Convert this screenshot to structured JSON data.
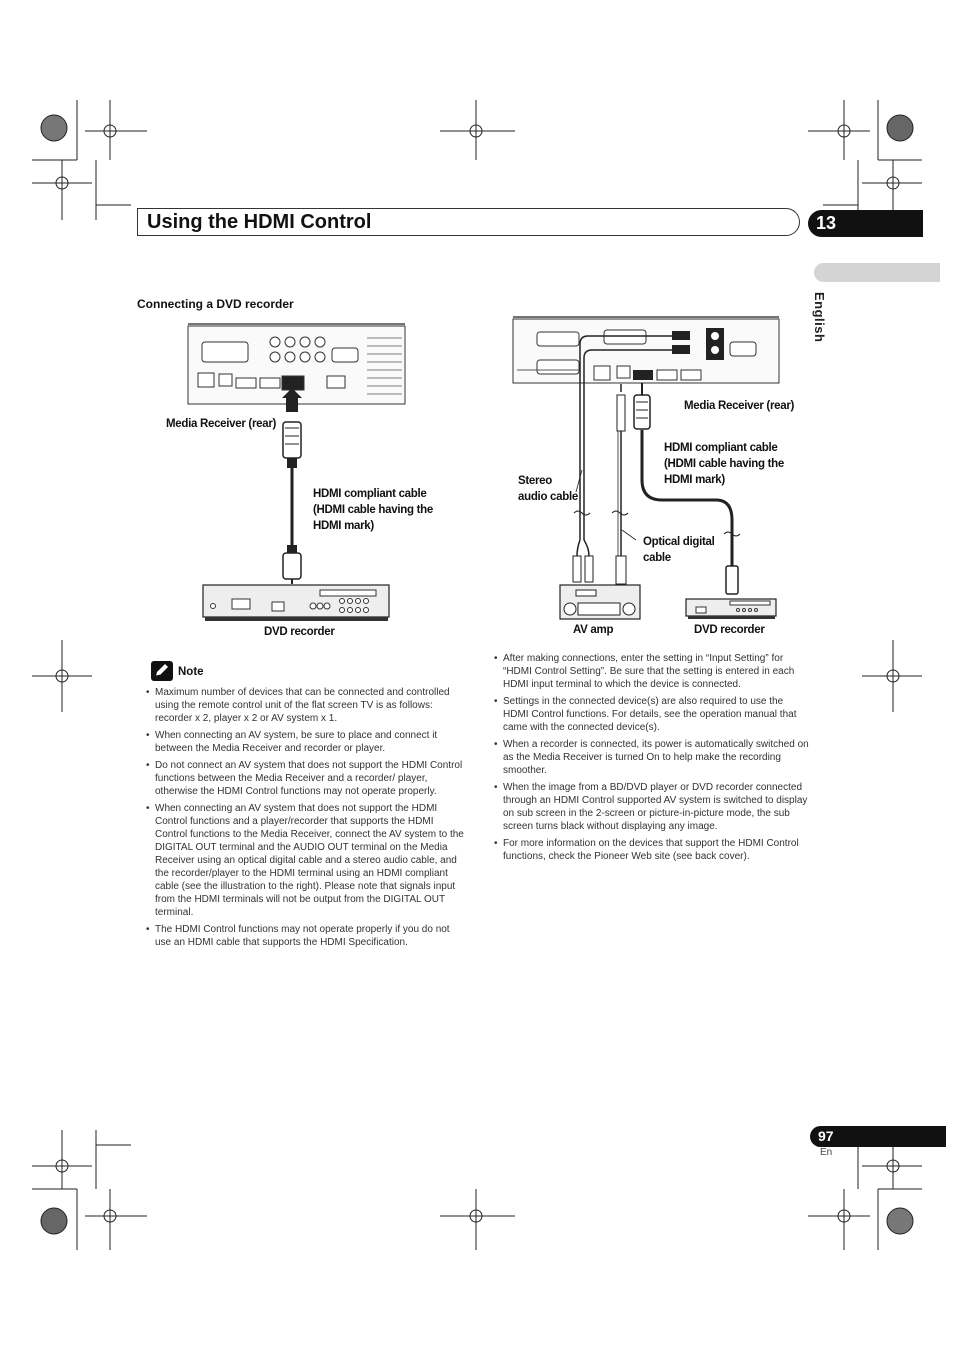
{
  "header": {
    "title": "Using the HDMI Control",
    "chapter": "13"
  },
  "language_tab": "English",
  "section": {
    "heading": "Connecting a DVD recorder"
  },
  "diagram_left": {
    "media_receiver": "Media Receiver (rear)",
    "hdmi_cable_lines": [
      "HDMI compliant cable",
      "(HDMI cable having the",
      "HDMI mark)"
    ],
    "dvd_recorder": "DVD recorder"
  },
  "diagram_right": {
    "media_receiver": "Media Receiver (rear)",
    "hdmi_cable_lines": [
      "HDMI compliant cable",
      "(HDMI cable having the",
      "HDMI mark)"
    ],
    "stereo_cable_lines": [
      "Stereo",
      "audio cable"
    ],
    "optical_cable_lines": [
      "Optical digital",
      "cable"
    ],
    "av_amp": "AV amp",
    "dvd_recorder": "DVD recorder"
  },
  "note": {
    "title": "Note",
    "items": [
      "Maximum number of devices that can be connected and controlled using the remote control unit of the flat screen TV is as follows: recorder x 2, player x 2 or AV system x 1.",
      "When connecting an AV system, be sure to place and connect it between the Media Receiver and recorder or player.",
      "Do not connect an AV system that does not support the HDMI Control functions between the Media Receiver and a recorder/ player, otherwise the HDMI Control functions may not operate properly.",
      "When connecting an AV system that does not support the HDMI Control functions and a player/recorder that supports the HDMI Control functions to the Media Receiver, connect the AV system to the DIGITAL OUT terminal and the AUDIO OUT terminal on the Media Receiver using an optical digital cable and a stereo audio cable, and the recorder/player to the HDMI terminal using an HDMI compliant cable (see the illustration to the right). Please note that signals input from the HDMI terminals will not be output from the DIGITAL OUT terminal.",
      "The HDMI Control functions may not operate properly if you do not use an HDMI cable that supports the HDMI Specification."
    ]
  },
  "right_column": {
    "items": [
      "After making connections, enter the setting in “Input Setting” for “HDMI Control Setting”. Be sure that the setting is entered in each HDMI input terminal to which the device is connected.",
      "Settings in the connected device(s) are also required to use the HDMI Control functions. For details, see the operation manual that came with the connected device(s).",
      "When a recorder is connected, its power is automatically switched on as the Media Receiver is turned On to help make the recording smoother.",
      "When the image from a BD/DVD player or DVD recorder connected through an HDMI Control supported AV system is switched to display on sub screen in the 2-screen or picture-in-picture mode, the sub screen turns black without displaying any image.",
      "For more information on the devices that support the HDMI Control functions, check the Pioneer Web site (see back cover)."
    ]
  },
  "footer": {
    "page_number": "97",
    "lang": "En"
  }
}
